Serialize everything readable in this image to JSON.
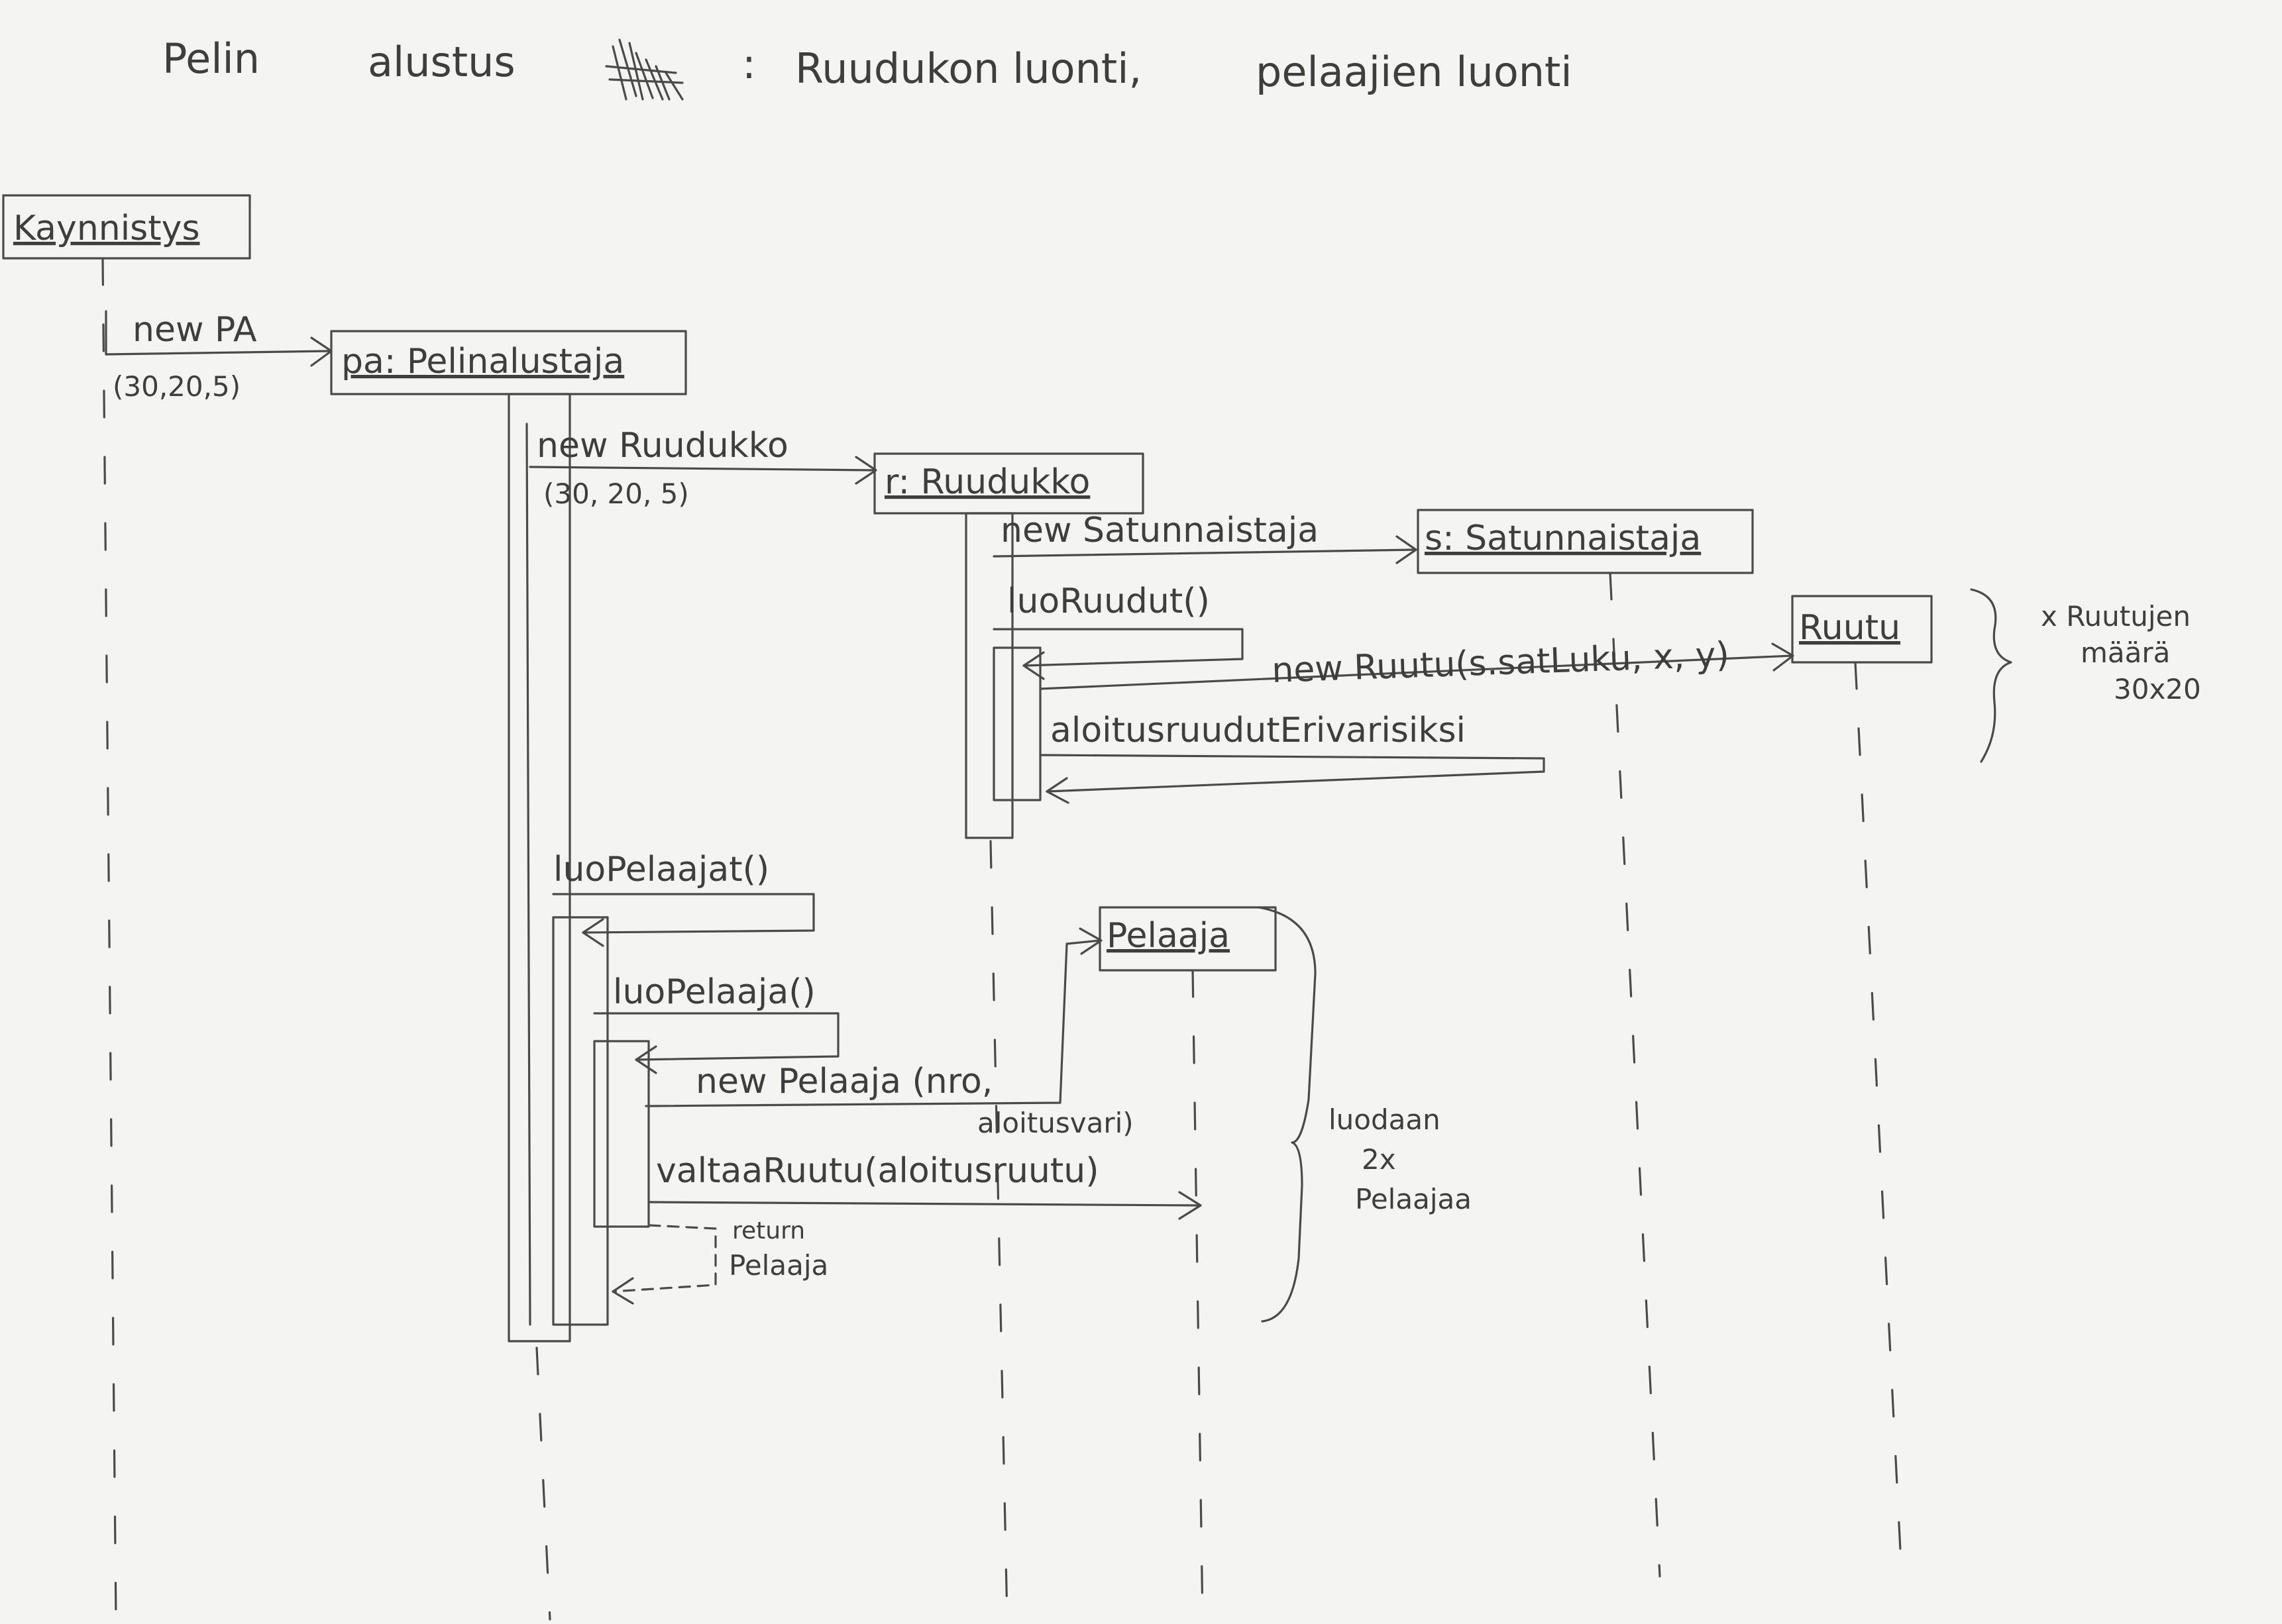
{
  "title": {
    "pelin": "Pelin",
    "alustus": "alustus",
    "colon": ":",
    "ruudukon_luonti": "Ruudukon luonti,",
    "pelaajien_luonti": "pelaajien luonti"
  },
  "actors": {
    "kaynnistys": "Kaynnistys",
    "pelinalustaja": "pa: Pelinalustaja",
    "ruudukko": "r: Ruudukko",
    "satunnaistaja": "s: Satunnaistaja",
    "ruutu": "Ruutu",
    "pelaaja": "Pelaaja"
  },
  "messages": {
    "new_pa": "new PA",
    "new_pa_args": "(30,20,5)",
    "new_ruudukko": "new Ruudukko",
    "new_ruudukko_args": "(30, 20, 5)",
    "new_satunnaistaja": "new Satunnaistaja",
    "luo_ruudut": "luoRuudut()",
    "new_ruutu": "new Ruutu(s.satLuku, x, y)",
    "aloitusruudut": "aloitusruudutErivarisiksi",
    "luo_pelaajat": "luoPelaajat()",
    "luo_pelaaja": "luoPelaaja()",
    "new_pelaaja": "new Pelaaja (nro,",
    "new_pelaaja_args": "aloitusvari)",
    "valtaa_ruutu": "valtaaRuutu(aloitusruutu)",
    "return": "return",
    "return_pelaaja": "Pelaaja"
  },
  "notes": {
    "ruutujen_line1": "x Ruutujen",
    "ruutujen_line2": "määrä",
    "ruutujen_line3": "30x20",
    "luodaan_line1": "luodaan",
    "luodaan_line2": "2x",
    "luodaan_line3": "Pelaajaa"
  }
}
